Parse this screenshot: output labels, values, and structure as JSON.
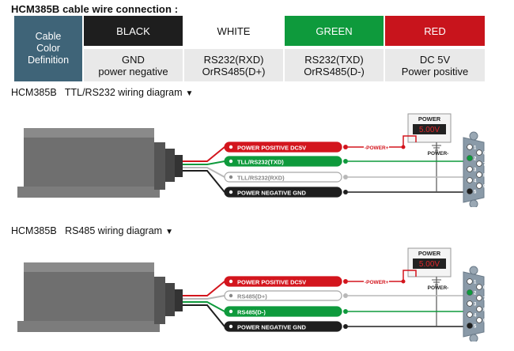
{
  "page_title": "HCM385B cable wire connection :",
  "table": {
    "definition_header": [
      "Cable",
      "Color",
      "Definition"
    ],
    "columns": [
      {
        "color_name": "BLACK",
        "bg": "#1e1e1e",
        "fg": "#ffffff",
        "line1": "GND",
        "line2": "power negative"
      },
      {
        "color_name": "WHITE",
        "bg": "#ffffff",
        "fg": "#111111",
        "line1": "RS232(RXD)",
        "line2": "OrRS485(D+)"
      },
      {
        "color_name": "GREEN",
        "bg": "#0e9a3c",
        "fg": "#ffffff",
        "line1": "RS232(TXD)",
        "line2": "OrRS485(D-)"
      },
      {
        "color_name": "RED",
        "bg": "#c8141c",
        "fg": "#ffffff",
        "line1": "DC 5V",
        "line2": "Power positive"
      }
    ]
  },
  "ttl_section": {
    "title": "HCM385B   TTL/RS232 wiring diagram",
    "triangle": "▼",
    "wires": [
      {
        "label": "POWER POSITIVE DC5V",
        "color": "#d3151d",
        "style": "filled"
      },
      {
        "label": "TLL/RS232(TXD)",
        "color": "#0e9a3c",
        "style": "filled"
      },
      {
        "label": "TLL/RS232(RXD)",
        "color": "#a8a8a8",
        "style": "outline"
      },
      {
        "label": "POWER NEGATIVE GND",
        "color": "#1e1e1e",
        "style": "filled"
      }
    ],
    "power_box": {
      "title": "POWER",
      "reading": "5.00V"
    },
    "power_plus_label": "-POWER+",
    "power_minus_label": "POWER-",
    "connector_pins": [
      "1",
      "2",
      "3",
      "4",
      "5",
      "6",
      "7",
      "8",
      "9"
    ]
  },
  "rs485_section": {
    "title": "HCM385B   RS485 wiring diagram",
    "triangle": "▼",
    "wires": [
      {
        "label": "POWER POSITIVE DC5V",
        "color": "#d3151d",
        "style": "filled"
      },
      {
        "label": "RS485(D+)",
        "color": "#a8a8a8",
        "style": "outline"
      },
      {
        "label": "RS485(D-)",
        "color": "#0e9a3c",
        "style": "filled"
      },
      {
        "label": "POWER NEGATIVE GND",
        "color": "#1e1e1e",
        "style": "filled"
      }
    ],
    "power_box": {
      "title": "POWER",
      "reading": "5.00V"
    },
    "power_plus_label": "-POWER+",
    "power_minus_label": "POWER-",
    "connector_pins": [
      "1",
      "2",
      "3",
      "4",
      "5",
      "6",
      "7",
      "8",
      "9"
    ]
  }
}
